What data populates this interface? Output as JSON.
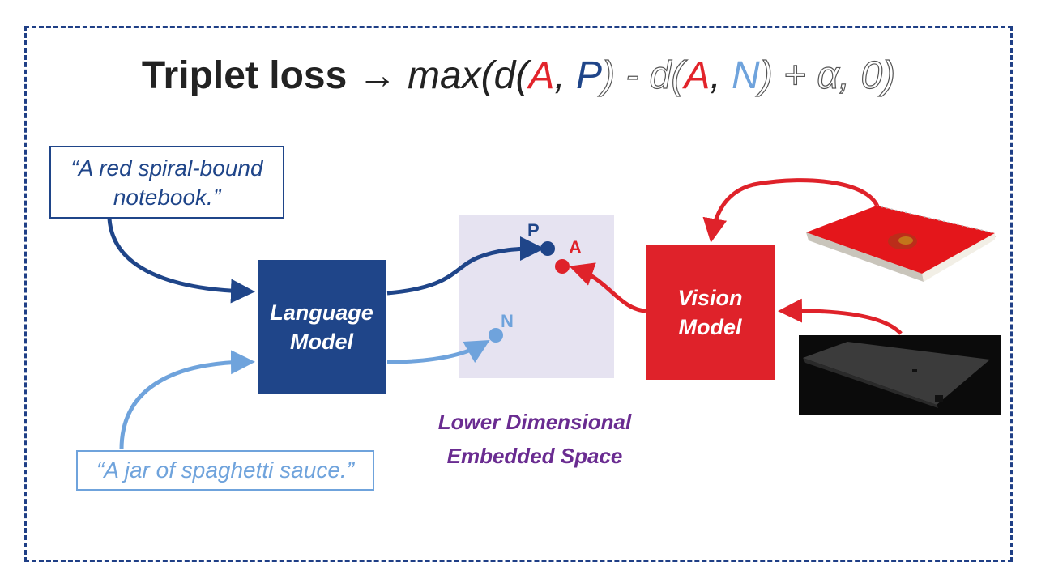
{
  "title": {
    "prefix": "Triplet loss",
    "arrow": "→",
    "fn_open": "max(d(",
    "a1": "A",
    "comma1": ", ",
    "p": "P",
    "mid": ") - d(",
    "a2": "A",
    "comma2": ", ",
    "n": "N",
    "tail": ") + α, 0)"
  },
  "captions": {
    "positive": "“A red spiral-bound notebook.”",
    "negative": "“A jar of spaghetti sauce.”"
  },
  "models": {
    "language": "Language Model",
    "vision": "Vision Model"
  },
  "embedding": {
    "label": "Lower Dimensional Embedded Space",
    "points": {
      "p": "P",
      "a": "A",
      "n": "N"
    }
  },
  "colors": {
    "positive": "#1f4589",
    "anchor": "#df222a",
    "negative": "#6fa3dc",
    "frame": "#1f3f86",
    "embed_label": "#6a2c91"
  },
  "images": {
    "notebook": "red-spiral-notebook-photo",
    "jar": "dark-depth-image-photo"
  }
}
